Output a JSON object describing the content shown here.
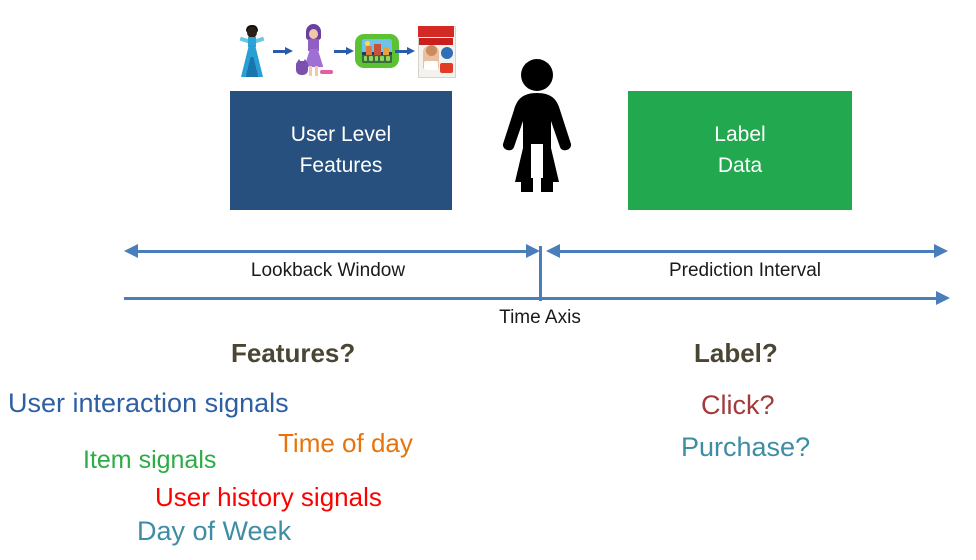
{
  "diagram": {
    "title_boxes": {
      "user_features": "User Level\nFeatures",
      "user_features_line1": "User Level",
      "user_features_line2": "Features",
      "label_data_line1": "Label",
      "label_data_line2": "Data"
    },
    "journey": {
      "items": [
        "blue-dress-doll-product",
        "purple-hair-doll-product",
        "kids-tablet-product",
        "huggies-diapers-product"
      ],
      "arrow_count": 3
    },
    "person_icon": "female-person-icon",
    "timeline": {
      "lookback_label": "Lookback Window",
      "prediction_label": "Prediction Interval",
      "axis_label": "Time Axis"
    },
    "questions": {
      "features": "Features?",
      "label": "Label?"
    },
    "feature_words": [
      {
        "text": "User interaction signals",
        "color": "#2e5fa3"
      },
      {
        "text": "Time of day",
        "color": "#e8730c"
      },
      {
        "text": "Item signals",
        "color": "#2cac45"
      },
      {
        "text": "User history signals",
        "color": "#ff0000"
      },
      {
        "text": "Day of Week",
        "color": "#3e8da3"
      }
    ],
    "label_words": [
      {
        "text": "Click?",
        "color": "#a33a3a"
      },
      {
        "text": "Purchase?",
        "color": "#3e8da3"
      }
    ],
    "colors": {
      "features_box": "#27507e",
      "label_box": "#22a84f",
      "timeline_arrow": "#4a7ebb",
      "question_heading": "#4a4633",
      "person": "#000000"
    }
  }
}
